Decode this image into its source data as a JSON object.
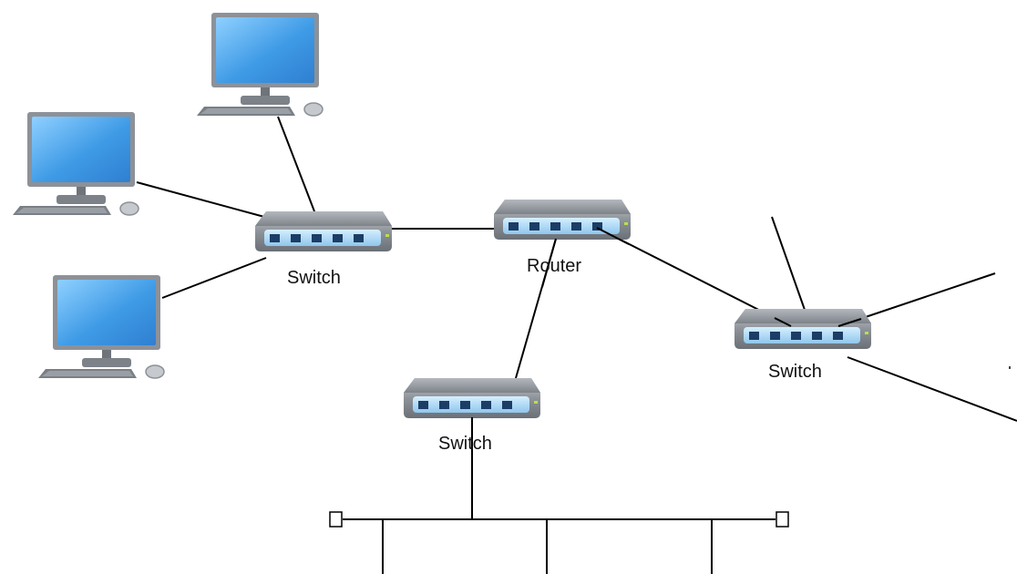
{
  "devices": {
    "switch_left": {
      "label": "Switch",
      "icon": "network-switch-icon"
    },
    "router": {
      "label": "Router",
      "icon": "router-icon"
    },
    "switch_bottom": {
      "label": "Switch",
      "icon": "network-switch-icon"
    },
    "switch_right": {
      "label": "Switch",
      "icon": "network-switch-icon"
    },
    "computers": [
      {
        "icon": "desktop-computer-icon"
      },
      {
        "icon": "desktop-computer-icon"
      },
      {
        "icon": "desktop-computer-icon"
      }
    ],
    "bus_terminators": [
      {
        "icon": "bus-terminator-icon"
      },
      {
        "icon": "bus-terminator-icon"
      }
    ]
  },
  "colors": {
    "link": "#000000",
    "screen": "#4aa3e8",
    "device_body": "#8a8f96",
    "port_panel": "#a9d7f5",
    "port": "#1c3d66",
    "led": "#b8e04a"
  }
}
